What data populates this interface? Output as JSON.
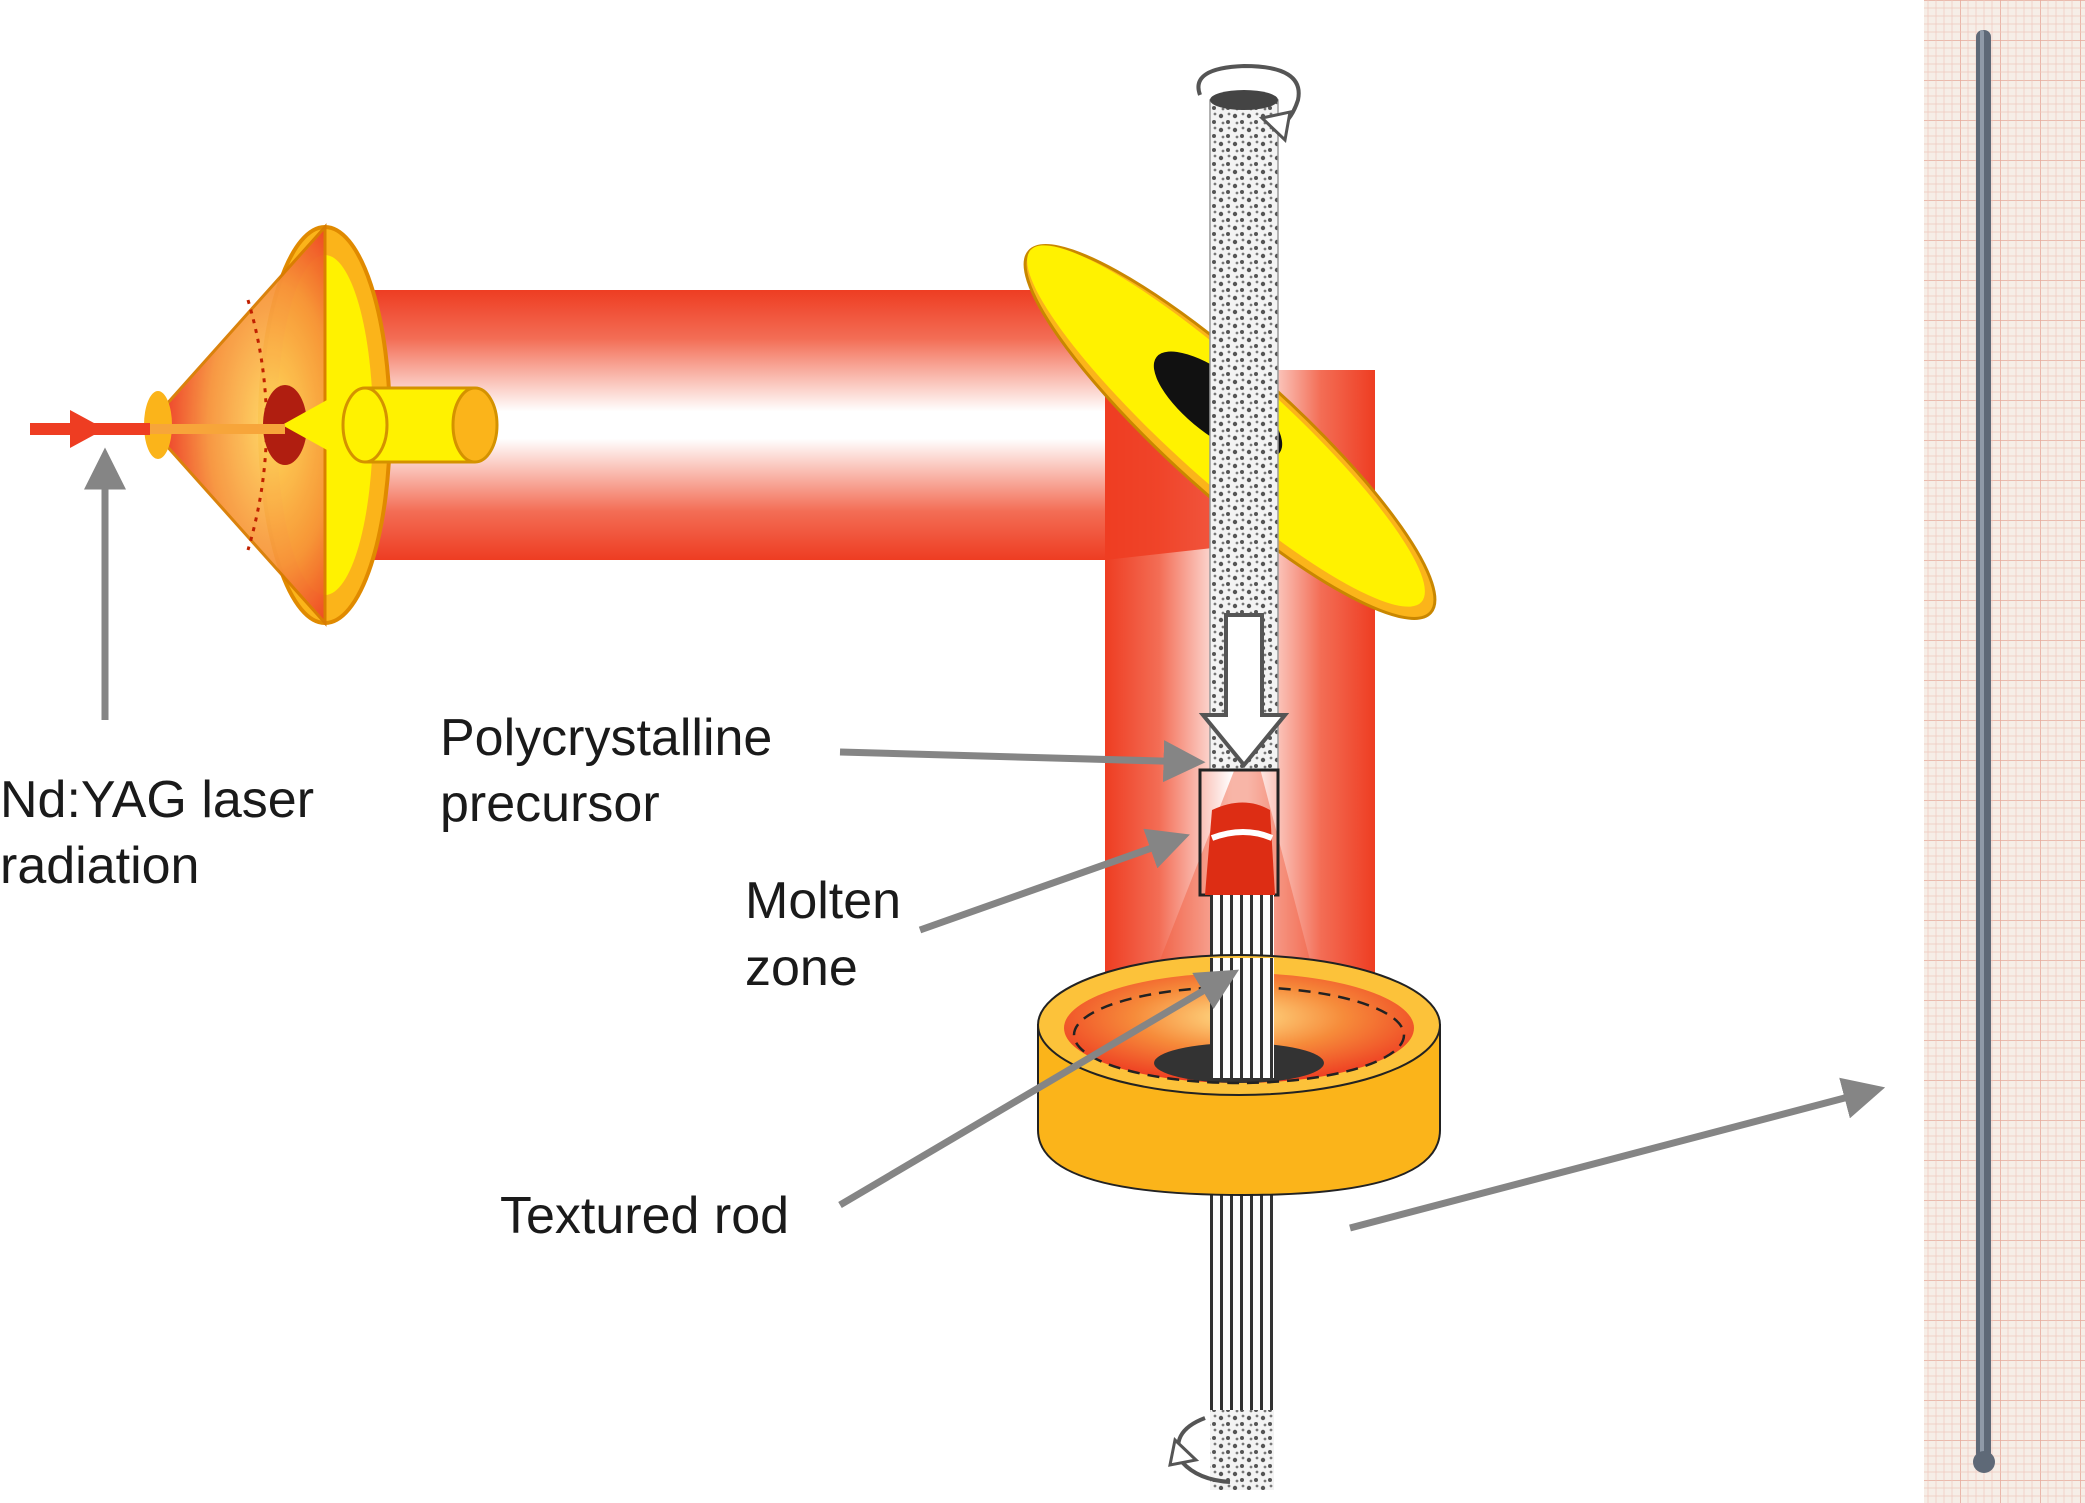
{
  "labels": {
    "laser_line1": "Nd:YAG laser",
    "laser_line2": "radiation",
    "precursor_line1": "Polycrystalline",
    "precursor_line2": "precursor",
    "molten_line1": "Molten",
    "molten_line2": "zone",
    "rod": "Textured rod"
  },
  "colors": {
    "beam_red": "#ee3d22",
    "beam_white": "#ffffff",
    "mirror_yellow": "#fff200",
    "collar_orange": "#fbb41a",
    "leader_gray": "#858585",
    "rod_gray": "#d9d9d9",
    "graph_paper": "#f4ebe4",
    "sample_rod": "#5e6977"
  },
  "icons": [
    "rotation-arrow-icon",
    "feed-direction-arrow-icon"
  ]
}
